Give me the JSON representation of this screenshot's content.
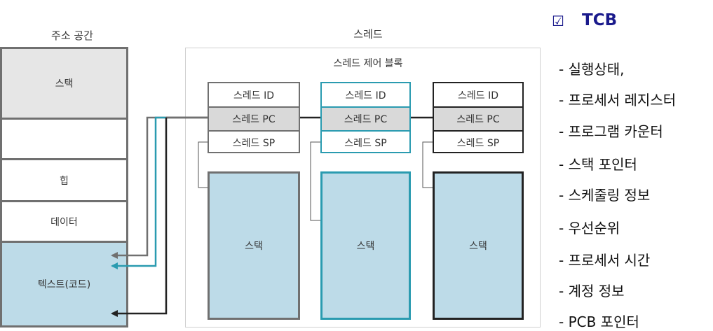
{
  "address_space": {
    "title": "주소 공간",
    "stack": "스택",
    "heap": "힙",
    "data": "데이터",
    "text": "텍스트(코드)"
  },
  "thread_block": {
    "title": "스레드",
    "tcb_label": "스레드 제어 블록",
    "threads": [
      {
        "id": "스레드 ID",
        "pc": "스레드 PC",
        "sp": "스레드 SP",
        "stack": "스택"
      },
      {
        "id": "스레드 ID",
        "pc": "스레드 PC",
        "sp": "스레드 SP",
        "stack": "스택"
      },
      {
        "id": "스레드 ID",
        "pc": "스레드 PC",
        "sp": "스레드 SP",
        "stack": "스택"
      }
    ]
  },
  "tcb_panel": {
    "checkbox_symbol": "☑",
    "title": "TCB",
    "items": [
      "- 실행상태,",
      "- 프로세서 레지스터",
      "- 프로그램 카운터",
      "- 스택 포인터",
      "- 스케줄링 정보",
      "- 우선순위",
      "-  프로세서 시간",
      "- 계정 정보",
      "- PCB 포인터"
    ]
  },
  "colors": {
    "thread1_border": "#707070",
    "thread2_border": "#2a9bb0",
    "thread3_border": "#222222",
    "stack_fill": "#bddbe8",
    "gray_fill": "#d9d9d9",
    "stack_seg_fill": "#e6e6e6"
  }
}
